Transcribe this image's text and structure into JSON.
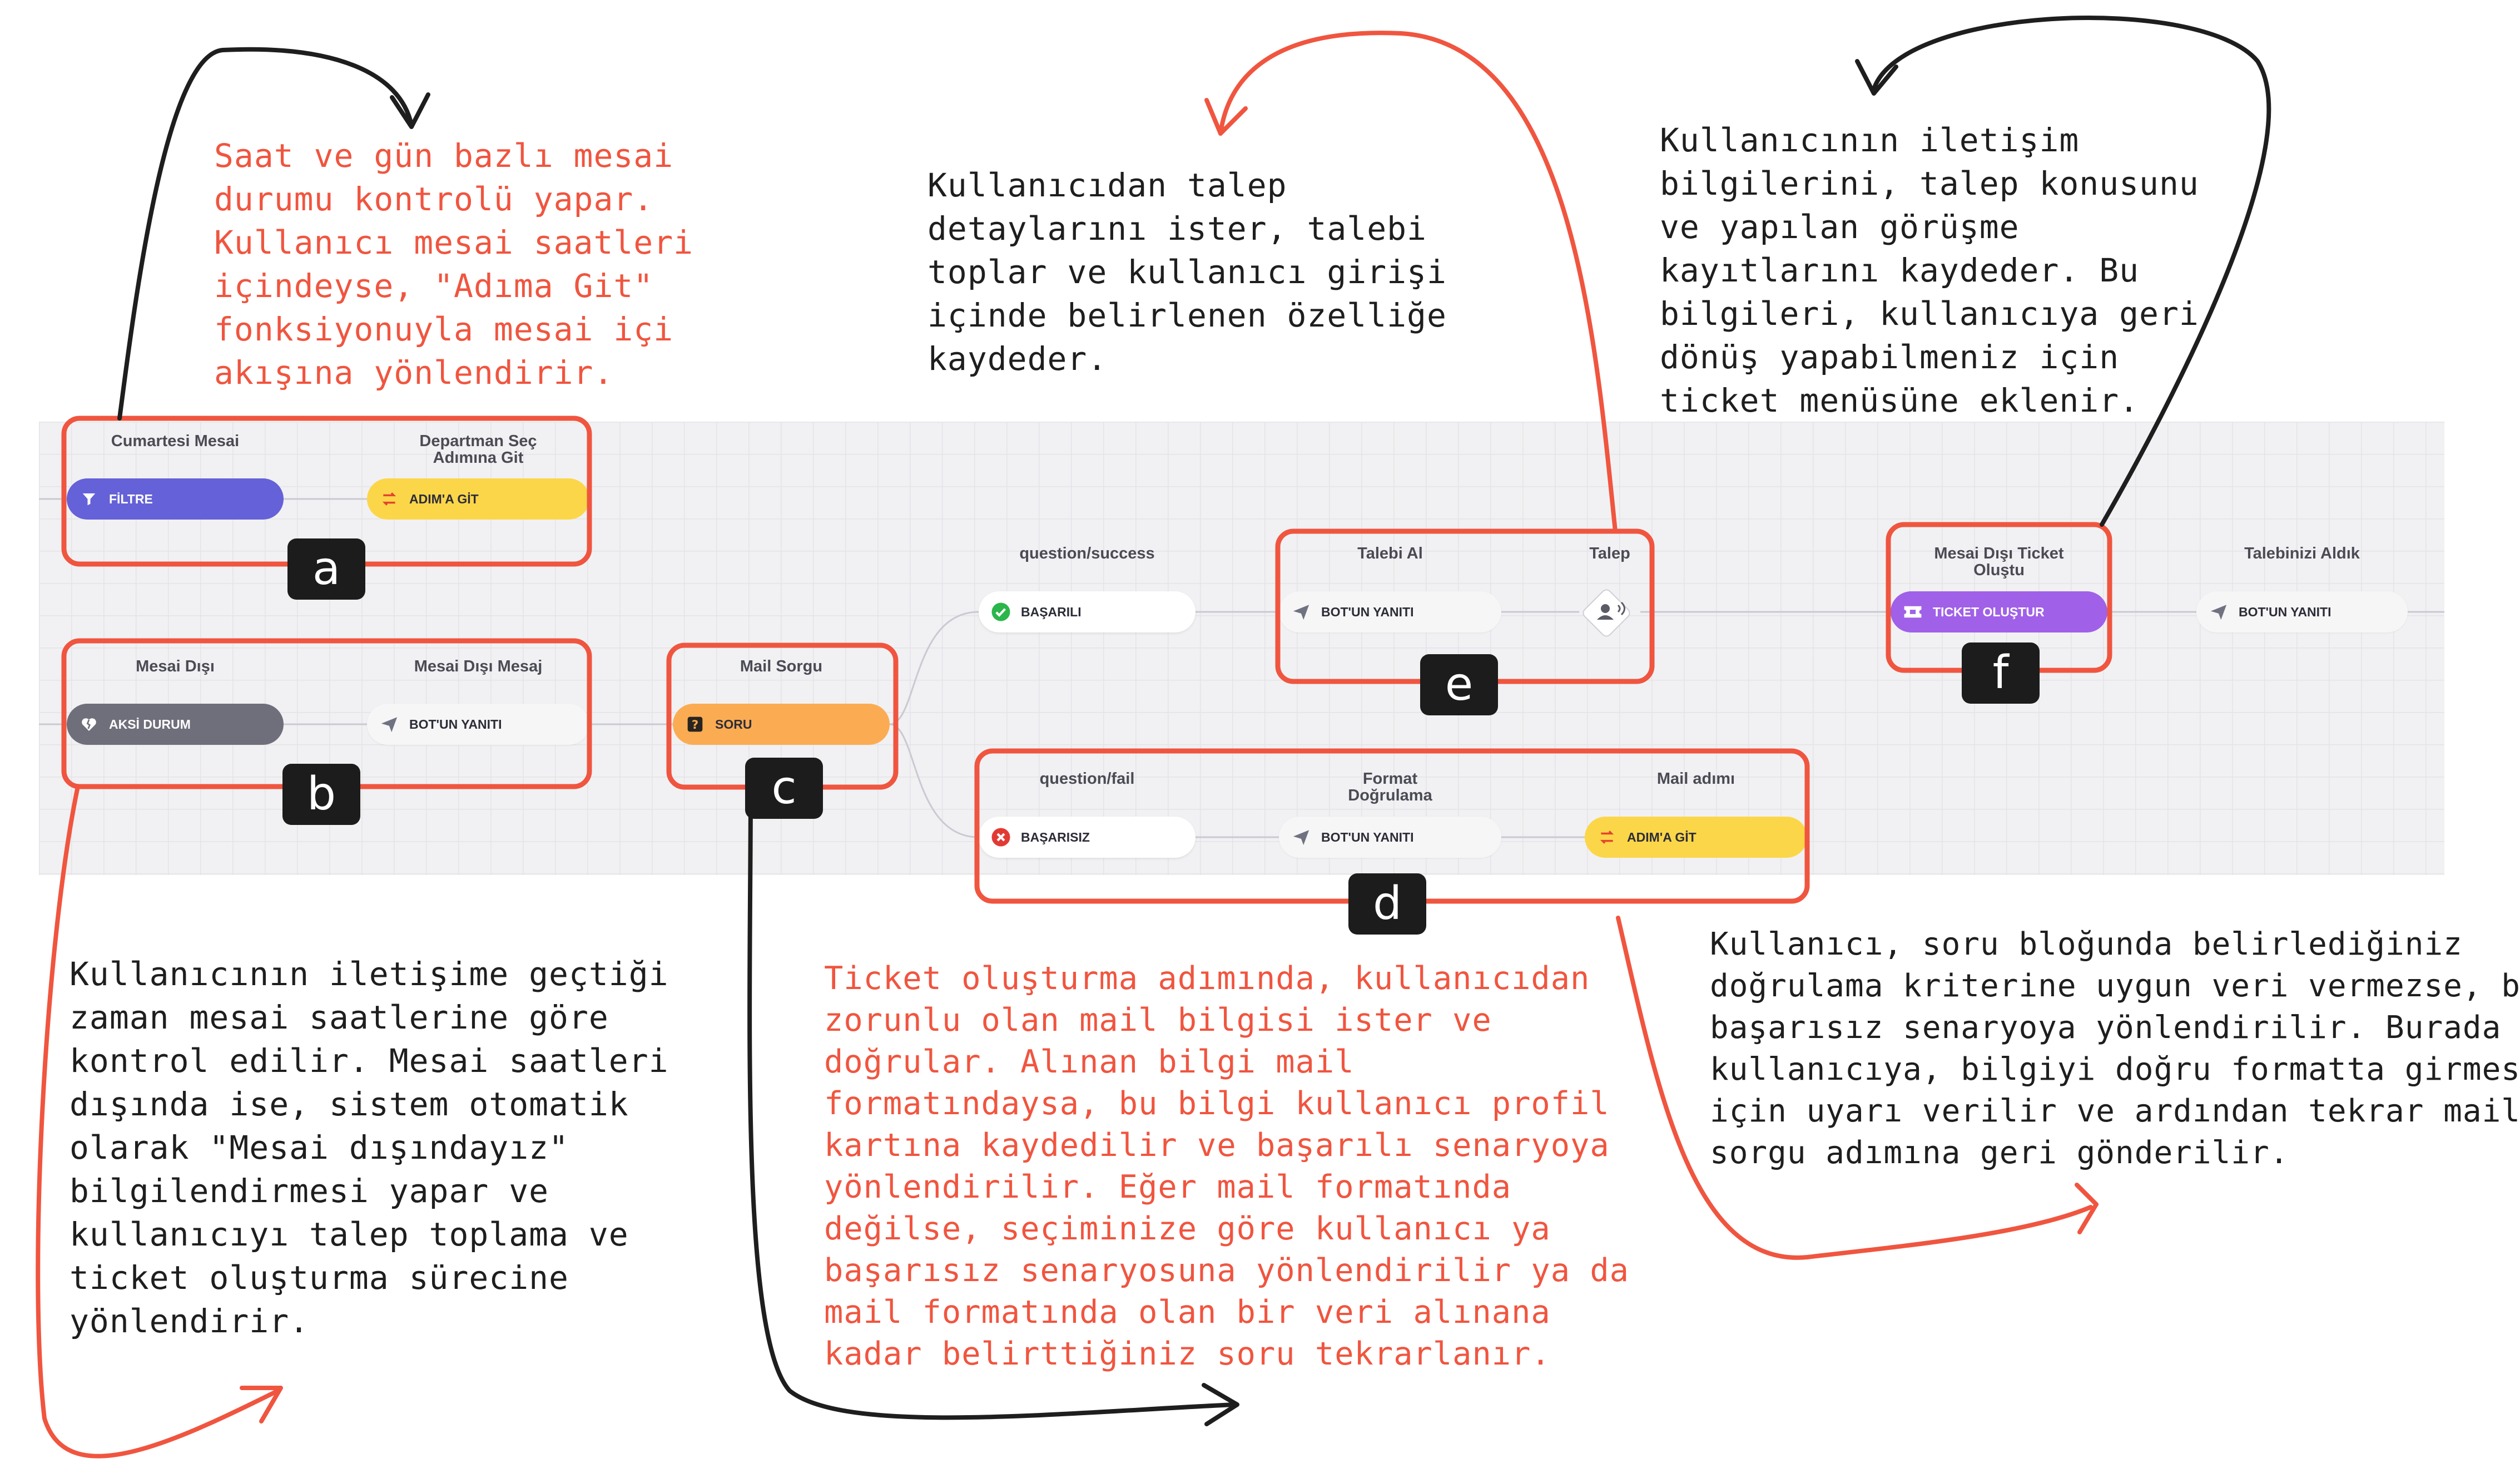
{
  "colors": {
    "annotation_red": "#f0553f",
    "annotation_dark": "#1e1e1e",
    "canvas": "#f1f1f3"
  },
  "notes": {
    "a": "Saat ve gün bazlı mesai\ndurumu kontrolü yapar.\nKullanıcı mesai saatleri\niçindeyse, \"Adıma Git\"\nfonksiyonuyla mesai içi\nakışına yönlendirir.",
    "e": "Kullanıcıdan talep\ndetaylarını ister, talebi\ntoplar ve kullanıcı girişi\niçinde belirlenen özelliğe\nkaydeder.",
    "f": "Kullanıcının iletişim\nbilgilerini, talep konusunu\nve yapılan görüşme\nkayıtlarını kaydeder. Bu\nbilgileri, kullanıcıya geri\ndönüş yapabilmeniz için\nticket menüsüne eklenir.",
    "b": "Kullanıcının iletişime geçtiği\nzaman mesai saatlerine göre\nkontrol edilir. Mesai saatleri\ndışında ise, sistem otomatik\nolarak \"Mesai dışındayız\"\nbilgilendirmesi yapar ve\nkullanıcıyı talep toplama ve\nticket oluşturma sürecine\nyönlendirir.",
    "c": "Ticket oluşturma adımında, kullanıcıdan\nzorunlu olan mail bilgisi ister ve\ndoğrular. Alınan bilgi mail\nformatındaysa, bu bilgi kullanıcı profil\nkartına kaydedilir ve başarılı senaryoya\nyönlendirilir. Eğer mail formatında\ndeğilse, seçiminize göre kullanıcı ya\nbaşarısız senaryosuna yönlendirilir ya da\nmail formatında olan bir veri alınana\nkadar belirttiğiniz soru tekrarlanır.",
    "d": "Kullanıcı, soru bloğunda belirlediğiniz\ndoğrulama kriterine uygun veri vermezse, bu\nbaşarısız senaryoya yönlendirilir. Burada\nkullanıcıya, bilgiyi doğru formatta girmesi\niçin uyarı verilir ve ardından tekrar mail\nsorgu adımına geri gönderilir."
  },
  "labels": {
    "cumartesi_mesai": "Cumartesi Mesai",
    "departman_sec": "Departman Seç\nAdımına Git",
    "mesai_disi": "Mesai Dışı",
    "mesai_disi_mesaj": "Mesai Dışı Mesaj",
    "mail_sorgu": "Mail Sorgu",
    "question_success": "question/success",
    "question_fail": "question/fail",
    "talebi_al": "Talebi Al",
    "talep": "Talep",
    "format_dogrulama": "Format\nDoğrulama",
    "mail_adimi": "Mail adımı",
    "mesai_disi_ticket": "Mesai Dışı Ticket\nOluştu",
    "talebiniz_aldik": "Talebinizi Aldık"
  },
  "nodes": {
    "filtre": "FİLTRE",
    "adima_git_1": "ADIM'A GİT",
    "aksi_durum": "AKSİ DURUM",
    "botun_yaniti_1": "BOT'UN YANITI",
    "soru": "SORU",
    "basarili": "BAŞARILI",
    "botun_yaniti_2": "BOT'UN YANITI",
    "basarisiz": "BAŞARISIZ",
    "botun_yaniti_3": "BOT'UN YANITI",
    "adima_git_2": "ADIM'A GİT",
    "ticket_olustur": "TICKET OLUŞTUR",
    "botun_yaniti_4": "BOT'UN YANITI"
  },
  "tags": {
    "a": "a",
    "b": "b",
    "c": "c",
    "d": "d",
    "e": "e",
    "f": "f"
  },
  "icons": {
    "filtre": "funnel-icon",
    "adima_git": "route-arrows-icon",
    "aksi_durum": "broken-heart-icon",
    "botun_yaniti": "paper-plane-icon",
    "soru": "question-mark-icon",
    "basarili": "check-circle-icon",
    "basarisiz": "x-circle-icon",
    "talep": "user-input-icon",
    "ticket_olustur": "ticket-icon"
  }
}
